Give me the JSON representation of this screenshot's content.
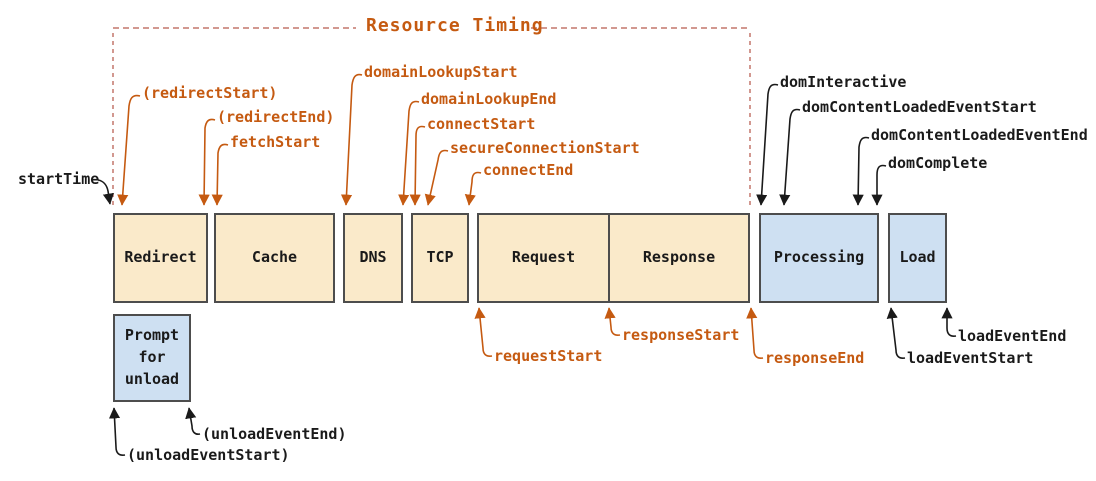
{
  "title": "Resource Timing",
  "phases": {
    "redirect": "Redirect",
    "cache": "Cache",
    "dns": "DNS",
    "tcp": "TCP",
    "request": "Request",
    "response": "Response",
    "processing": "Processing",
    "load": "Load",
    "prompt_for_unload": "Prompt for unload"
  },
  "events": {
    "startTime": "startTime",
    "redirectStart": "(redirectStart)",
    "redirectEnd": "(redirectEnd)",
    "fetchStart": "fetchStart",
    "domainLookupStart": "domainLookupStart",
    "domainLookupEnd": "domainLookupEnd",
    "connectStart": "connectStart",
    "secureConnectionStart": "secureConnectionStart",
    "connectEnd": "connectEnd",
    "domInteractive": "domInteractive",
    "domContentLoadedEventStart": "domContentLoadedEventStart",
    "domContentLoadedEventEnd": "domContentLoadedEventEnd",
    "domComplete": "domComplete",
    "requestStart": "requestStart",
    "responseStart": "responseStart",
    "responseEnd": "responseEnd",
    "loadEventStart": "loadEventStart",
    "loadEventEnd": "loadEventEnd",
    "unloadEventStart": "(unloadEventStart)",
    "unloadEventEnd": "(unloadEventEnd)"
  },
  "colors": {
    "event_orange": "#C55A11",
    "event_black": "#1a1a1a",
    "bracket_dashed": "#c4766b",
    "resource_box_fill": "#FAEACA",
    "document_box_fill": "#CEE0F2",
    "box_border": "#4d4d4d"
  }
}
